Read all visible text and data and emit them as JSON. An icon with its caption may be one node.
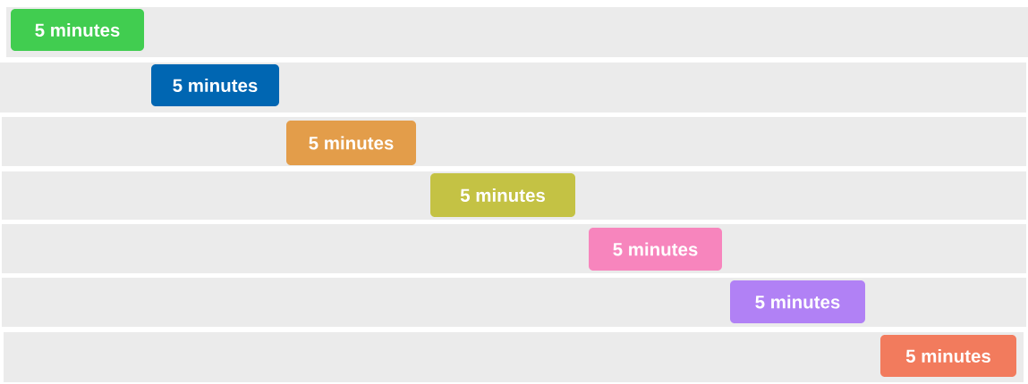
{
  "diagram": {
    "nodes": [
      {
        "text": [],
        "shape": "bar"
      },
      {
        "text": [
          "5 minutes"
        ],
        "in": 0
      },
      {
        "text": [],
        "shape": "bar"
      },
      {
        "text": [
          "5 minutes"
        ],
        "in": 2
      },
      {
        "text": [],
        "shape": "bar"
      },
      {
        "text": [
          "5 minutes"
        ],
        "in": 4
      },
      {
        "text": [],
        "shape": "bar"
      },
      {
        "text": [
          "5 minutes"
        ],
        "in": 6
      },
      {
        "text": [],
        "shape": "bar"
      },
      {
        "text": [
          "5 minutes"
        ],
        "in": 8
      },
      {
        "text": [],
        "shape": "bar"
      },
      {
        "text": [
          "5 minutes"
        ],
        "in": 10
      },
      {
        "text": [],
        "shape": "bar"
      },
      {
        "text": [
          "5 minutes"
        ],
        "in": 12
      }
    ]
  }
}
